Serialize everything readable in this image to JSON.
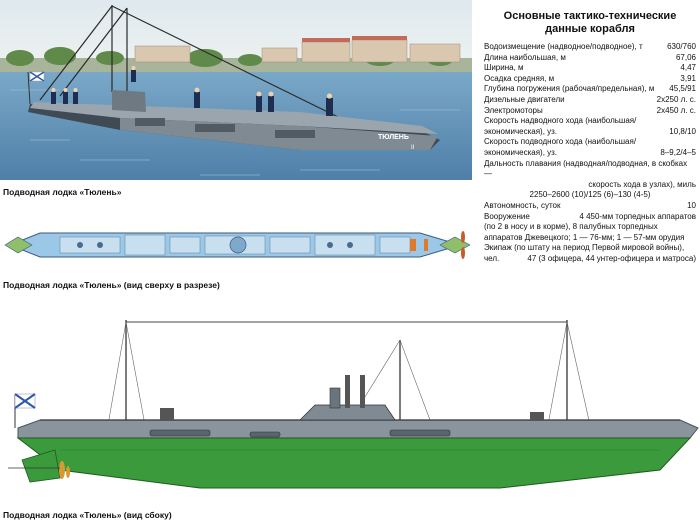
{
  "captions": {
    "top": "Подводная лодка «Тюлень»",
    "middle": "Подводная лодка «Тюлень» (вид сверху в разрезе)",
    "bottom": "Подводная лодка «Тюлень» (вид сбоку)"
  },
  "painting": {
    "hull_name": "ТЮЛЕНЬ",
    "hull_number": "II"
  },
  "specs": {
    "title": "Основные тактико-технические данные корабля",
    "rows": [
      {
        "label": "Водоизмещение (надводное/подводное), т",
        "value": "630/760"
      },
      {
        "label": "Длина наибольшая, м",
        "value": "67,06"
      },
      {
        "label": "Ширина, м",
        "value": "4,47"
      },
      {
        "label": "Осадка средняя, м",
        "value": "3,91"
      },
      {
        "label": "Глубина погружения (рабочая/предельная), м",
        "value": "45,5/91"
      },
      {
        "label": "Дизельные двигатели",
        "value": "2x250 л. с."
      },
      {
        "label": "Электромоторы",
        "value": "2x450 л. с."
      }
    ],
    "surface_speed": {
      "line1": "Скорость надводного хода (наибольшая/",
      "line2_label": "экономическая), уз.",
      "line2_value": "10,8/10"
    },
    "submerged_speed": {
      "line1": "Скорость подводного хода (наибольшая/",
      "line2_label": "экономическая), уз.",
      "line2_value": "8–9,2/4–5"
    },
    "range": {
      "line1": "Дальность плавания (надводная/подводная, в скобках —",
      "line2": "скорость хода в узлах), миль",
      "line3": "2250–2600 (10)/125 (6)–130 (4-5)"
    },
    "autonomy": {
      "label": "Автономность, суток",
      "value": "10"
    },
    "armament": {
      "line1_label": "Вооружение",
      "line1_value": "4 450-мм торпедных аппаратов",
      "line2": "(по 2 в носу и в корме), 8 палубных торпедных",
      "line3": "аппаратов Джевецкого; 1 — 76-мм; 1 — 57-мм орудия"
    },
    "crew": {
      "line1": "Экипаж (по штату на период Первой мировой войны),",
      "line2_label": "чел.",
      "line2_value": "47 (3 офицера, 44 унтер-офицера и матроса)"
    }
  },
  "colors": {
    "sea": "#6a9cc2",
    "sky": "#e4eef2",
    "hull_gray": "#8a949c",
    "hull_green": "#3a9a3c",
    "plan_blue": "#9cc8e8",
    "flag_blue": "#2f5aa8"
  }
}
